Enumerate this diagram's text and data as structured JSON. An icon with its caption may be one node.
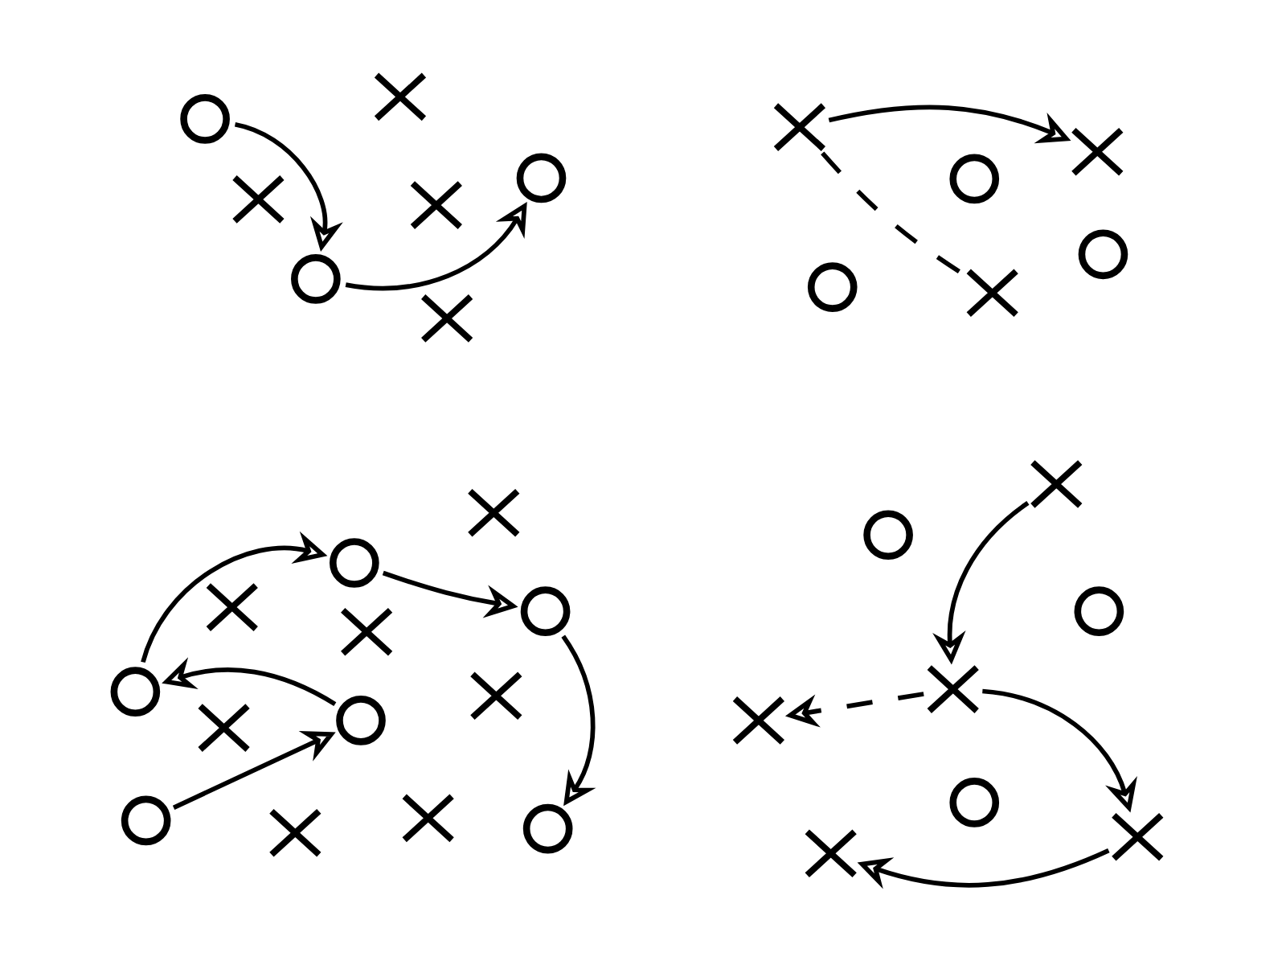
{
  "diagram": {
    "nodes": [
      {
        "text": [],
        "shape": "circle"
      },
      {
        "text": [],
        "shape": "cross"
      },
      {
        "text": [],
        "shape": "cross"
      },
      {
        "text": [],
        "shape": "cross"
      },
      {
        "text": [],
        "shape": "circle"
      },
      {
        "text": [],
        "shape": "circle"
      },
      {
        "text": [],
        "shape": "cross"
      },
      {
        "text": [],
        "shape": "cross"
      },
      {
        "text": [],
        "shape": "cross"
      },
      {
        "text": [],
        "shape": "circle"
      },
      {
        "text": [],
        "shape": "circle"
      },
      {
        "text": [],
        "shape": "circle"
      },
      {
        "text": [],
        "shape": "cross"
      },
      {
        "text": [],
        "shape": "cross"
      },
      {
        "text": [],
        "shape": "circle"
      },
      {
        "text": [],
        "shape": "cross"
      },
      {
        "text": [],
        "shape": "circle"
      },
      {
        "text": [],
        "shape": "cross"
      },
      {
        "text": [],
        "shape": "circle"
      },
      {
        "text": [],
        "shape": "cross"
      },
      {
        "text": [],
        "shape": "circle"
      },
      {
        "text": [],
        "shape": "cross"
      },
      {
        "text": [],
        "shape": "circle"
      },
      {
        "text": [],
        "shape": "cross"
      },
      {
        "text": [],
        "shape": "cross"
      },
      {
        "text": [],
        "shape": "circle"
      },
      {
        "text": [],
        "shape": "cross"
      },
      {
        "text": [],
        "shape": "circle"
      },
      {
        "text": [],
        "shape": "circle"
      },
      {
        "text": [],
        "shape": "cross"
      },
      {
        "text": [],
        "shape": "cross"
      },
      {
        "text": [],
        "shape": "circle"
      },
      {
        "text": [],
        "shape": "cross"
      },
      {
        "text": [],
        "shape": "cross"
      }
    ],
    "edges": [
      {
        "from": 0,
        "to": 5,
        "arrow": "to"
      },
      {
        "from": 5,
        "to": 4,
        "arrow": "to"
      },
      {
        "from": 7,
        "to": 8,
        "arrow": "to"
      },
      {
        "from": 7,
        "to": 12,
        "arrow": "none",
        "style": "dashed"
      },
      {
        "from": 18,
        "to": 14,
        "arrow": "to"
      },
      {
        "from": 14,
        "to": 16,
        "arrow": "to"
      },
      {
        "from": 16,
        "to": 25,
        "arrow": "to"
      },
      {
        "from": 20,
        "to": 18,
        "arrow": "to"
      },
      {
        "from": 22,
        "to": 20,
        "arrow": "to"
      },
      {
        "from": 26,
        "to": 29,
        "arrow": "to"
      },
      {
        "from": 29,
        "to": 30,
        "arrow": "to",
        "style": "dashed"
      },
      {
        "from": 29,
        "to": 32,
        "arrow": "to"
      },
      {
        "from": 32,
        "to": 33,
        "arrow": "to"
      }
    ]
  }
}
